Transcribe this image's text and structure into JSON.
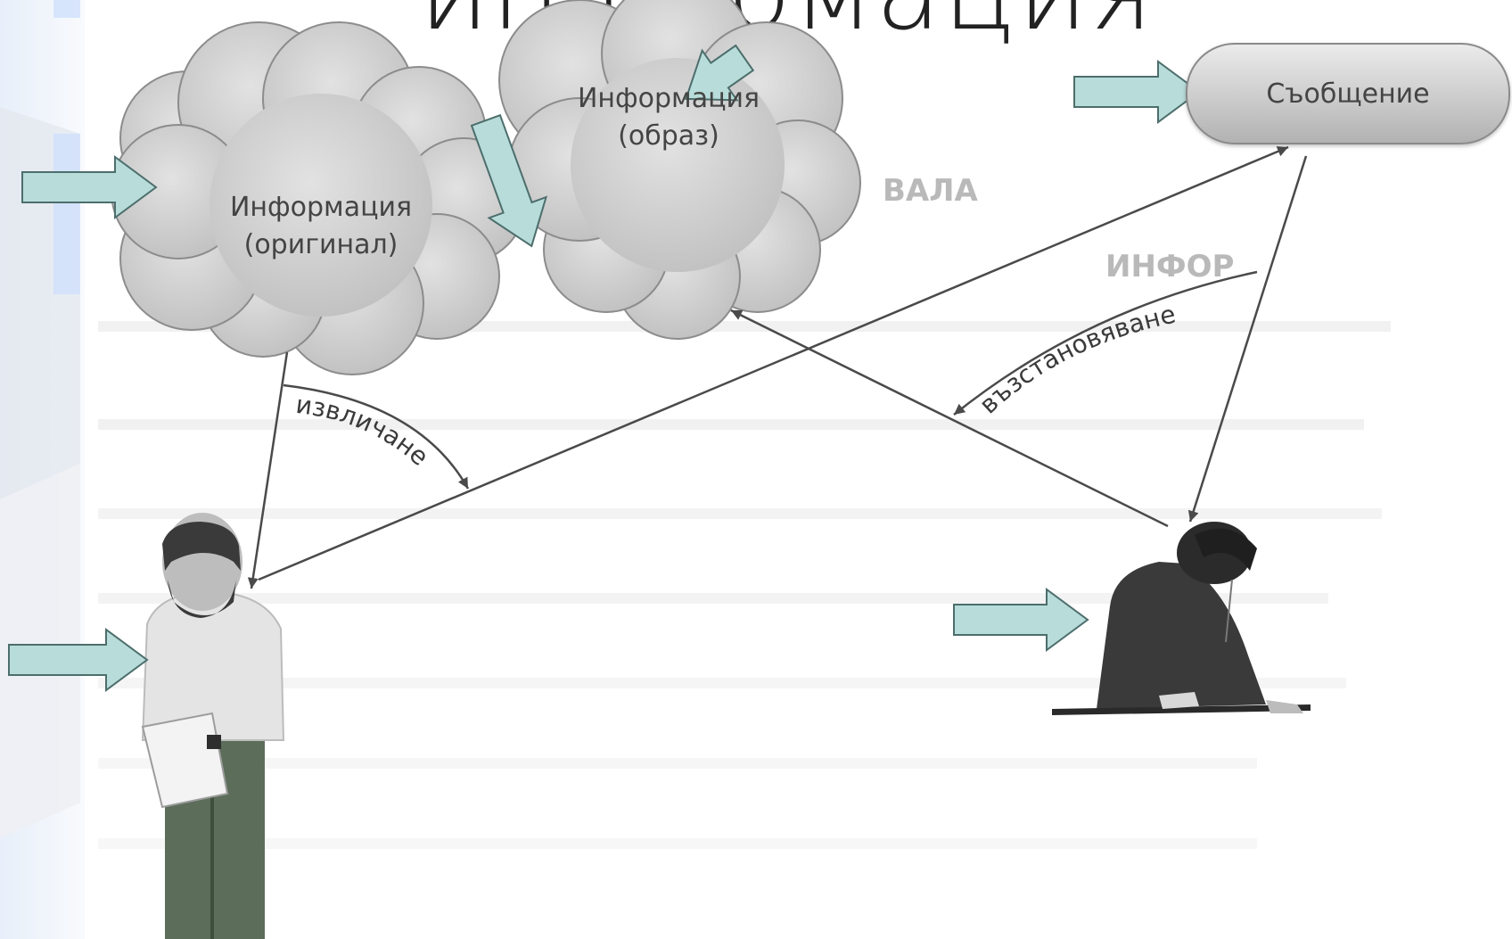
{
  "slide_title": "информация",
  "cloud_original": {
    "line1": "Информация",
    "line2": "(оригинал)"
  },
  "cloud_image": {
    "line1": "Информация",
    "line2": "(образ)"
  },
  "message_label": "Съобщение",
  "extraction_label": "извличане",
  "restoration_label": "възстановяване",
  "colors": {
    "callout_arrow_fill": "#b8dcd9",
    "callout_arrow_stroke": "#4c6e6c",
    "cloud_fill": "#d2d2d2",
    "cloud_overlap_fill": "#9f9f9f",
    "line_color": "#4a4a4a"
  },
  "icons": [
    "callout-arrow-icon",
    "man-with-tablet-figure",
    "woman-at-desk-figure"
  ]
}
